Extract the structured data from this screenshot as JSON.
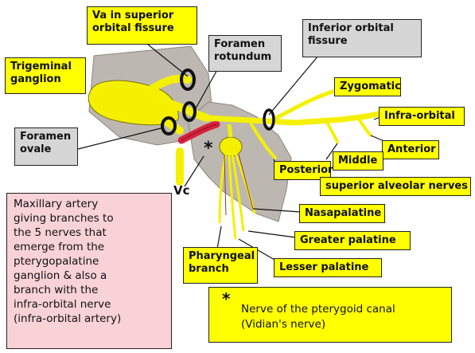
{
  "labels": {
    "va_superior_orbital_fissure": [
      "Va in superior",
      "orbital fissure"
    ],
    "foramen_rotundum": [
      "Foramen",
      "rotundum"
    ],
    "inferior_orbital_fissure": [
      "Inferior orbital",
      "fissure"
    ],
    "trigeminal_ganglion": [
      "Trigeminal",
      "ganglion"
    ],
    "foramen_ovale": [
      "Foramen",
      "ovale"
    ],
    "zygomatic": "Zygomatic",
    "infra_orbital": "Infra-orbital",
    "anterior": "Anterior",
    "middle": "Middle",
    "posterior": "Posterior",
    "superior_alveolar_nerves": "superior alveolar nerves",
    "vc": "Vc",
    "nasopalatine": "Nasapalatine",
    "greater_palatine": "Greater palatine",
    "pharyngeal_branch": [
      "Pharyngeal",
      "branch"
    ],
    "lesser_palatine": "Lesser palatine",
    "maxillary_artery_note": [
      "Maxillary artery",
      "giving branches to",
      "the 5 nerves that",
      "emerge from the",
      "pterygopalatine",
      "ganglion & also a",
      "branch with the",
      "infra-orbital nerve",
      "(infra-orbital artery)"
    ],
    "pterygoid_star": "*",
    "vidian_star": "*",
    "vidian_nerve": [
      "Nerve of the pterygoid canal",
      "(Vidian's nerve)"
    ]
  },
  "colors": {
    "nerve": "#f5f000",
    "nerve_outline": "#7a7300",
    "bone": "#bdb7b2",
    "artery": "#d9213a",
    "label_yellow": "#ffff00",
    "label_grey": "#d6d6d6",
    "label_pink": "#f8d2d7"
  }
}
